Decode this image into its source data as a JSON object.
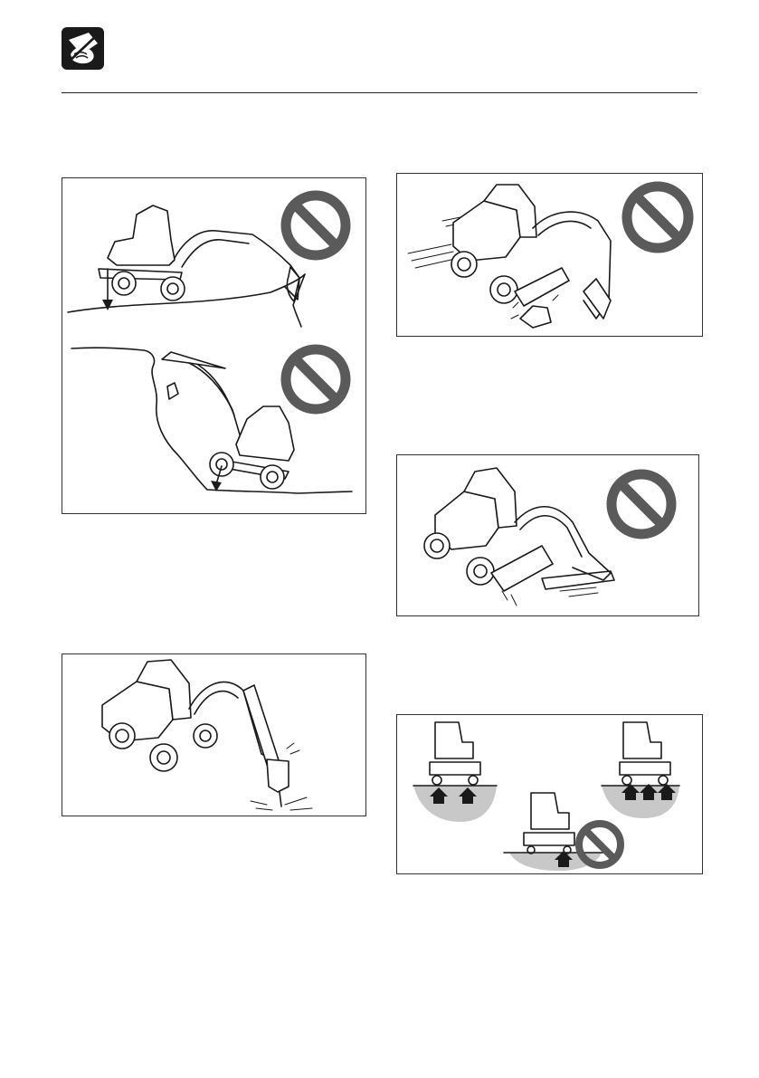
{
  "header": {
    "icon": "hand-caution-icon"
  },
  "colors": {
    "prohibition": "#5a5a5a",
    "ink": "#1a1a1a",
    "ground_shade": "#c8c8c8",
    "header_icon_bg": "#1a1a1a"
  },
  "illustrations": [
    {
      "icon": "excavator-on-slope-edge",
      "prohibited": true
    },
    {
      "icon": "excavator-blade-striking-rock",
      "prohibited": true
    },
    {
      "icon": "excavator-blade-digging",
      "prohibited": true
    },
    {
      "icon": "excavator-breaker-hammer",
      "prohibited": false
    },
    {
      "icon": "outrigger-ground-support",
      "prohibited": true
    }
  ]
}
